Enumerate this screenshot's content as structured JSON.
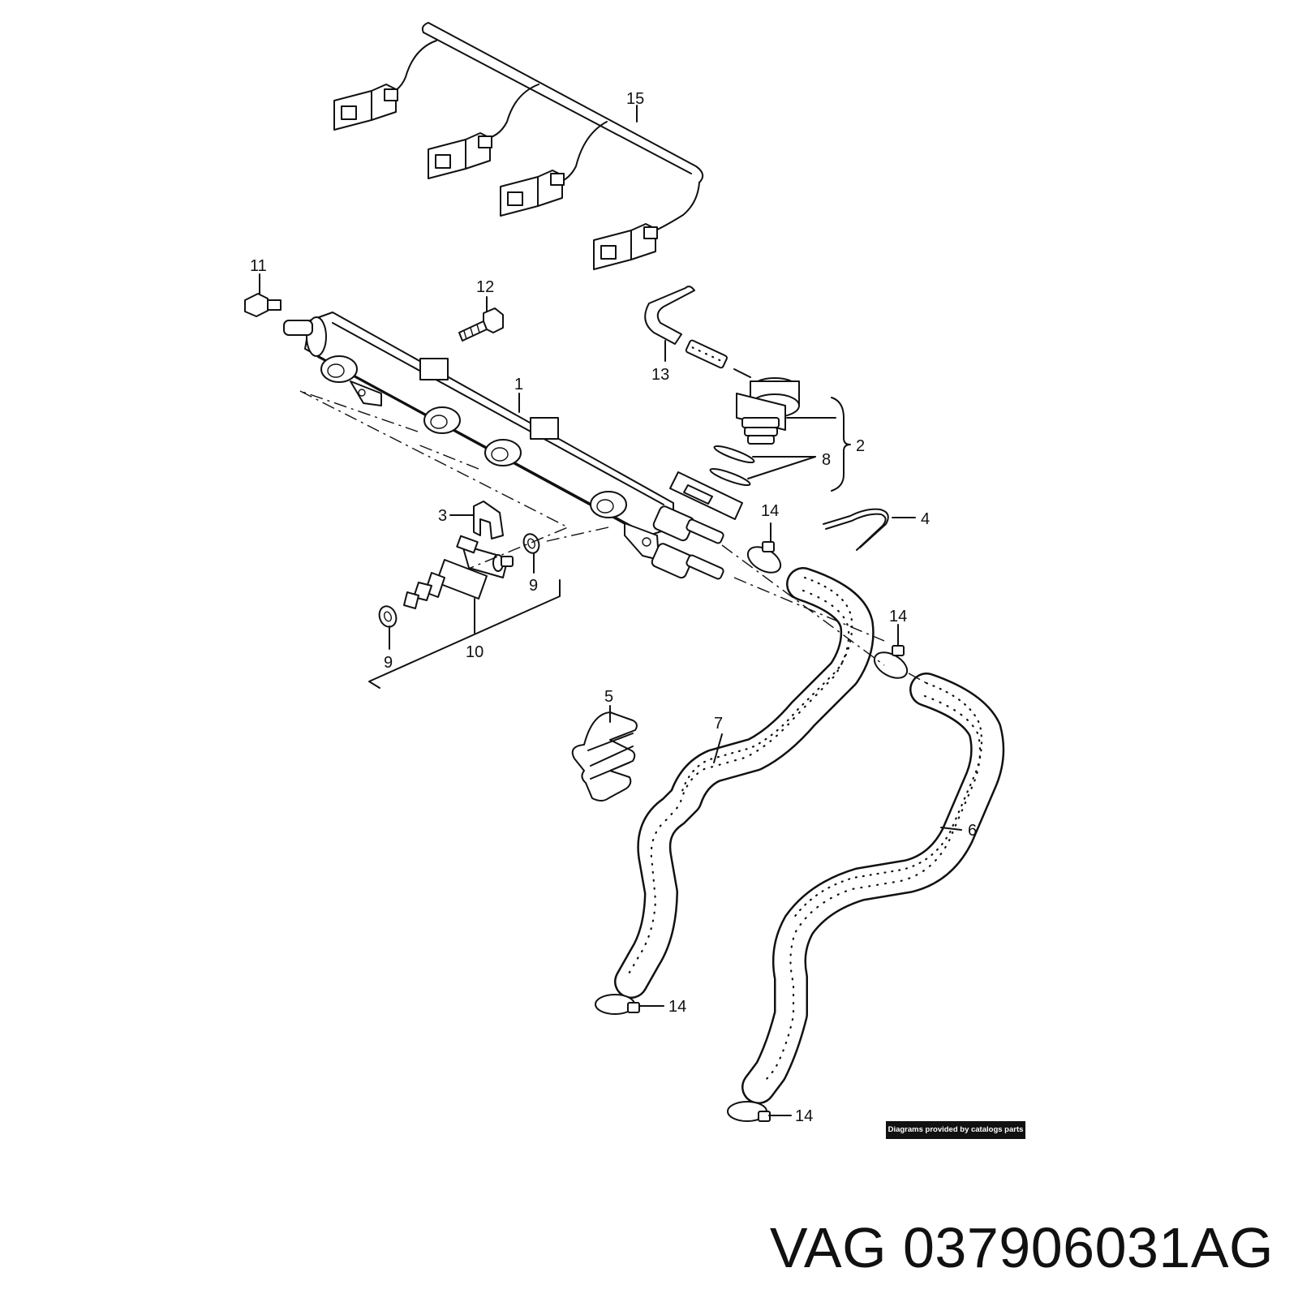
{
  "diagram": {
    "callouts": {
      "c1": "1",
      "c2": "2",
      "c3": "3",
      "c4": "4",
      "c5": "5",
      "c6": "6",
      "c7": "7",
      "c8": "8",
      "c9a": "9",
      "c9b": "9",
      "c10": "10",
      "c11": "11",
      "c12": "12",
      "c13": "13",
      "c14a": "14",
      "c14b": "14",
      "c14c": "14",
      "c14d": "14",
      "c15": "15"
    }
  },
  "credit": "Diagrams provided by catalogs parts",
  "part_number": "VAG 037906031AG"
}
